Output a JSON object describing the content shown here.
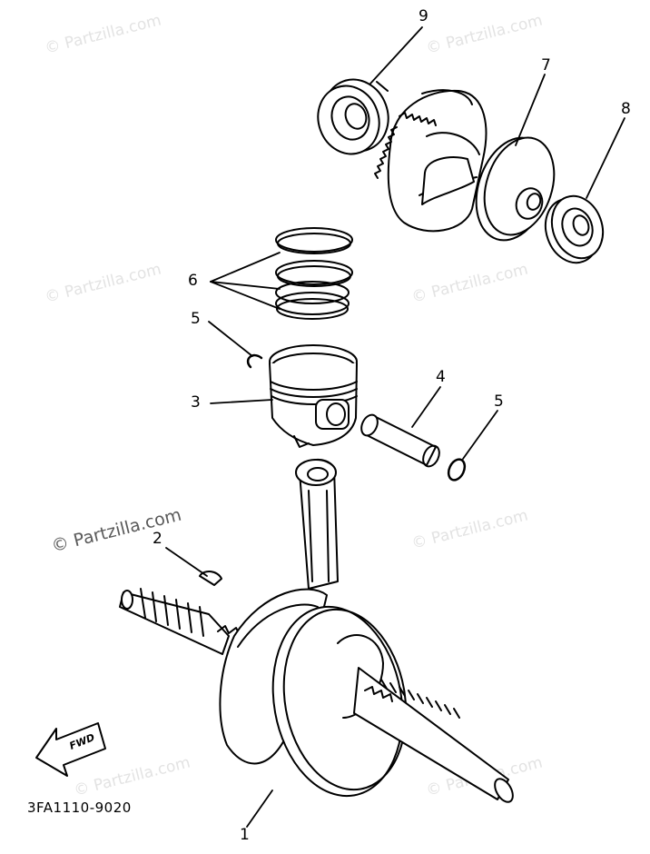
{
  "watermark": "© Partzilla.com",
  "diagram_code": "3FA1110-9020",
  "fwd_label": "FWD",
  "callouts": {
    "p1": "1",
    "p2": "2",
    "p3": "3",
    "p4": "4",
    "p5a": "5",
    "p5b": "5",
    "p6": "6",
    "p7": "7",
    "p8": "8",
    "p9": "9"
  }
}
